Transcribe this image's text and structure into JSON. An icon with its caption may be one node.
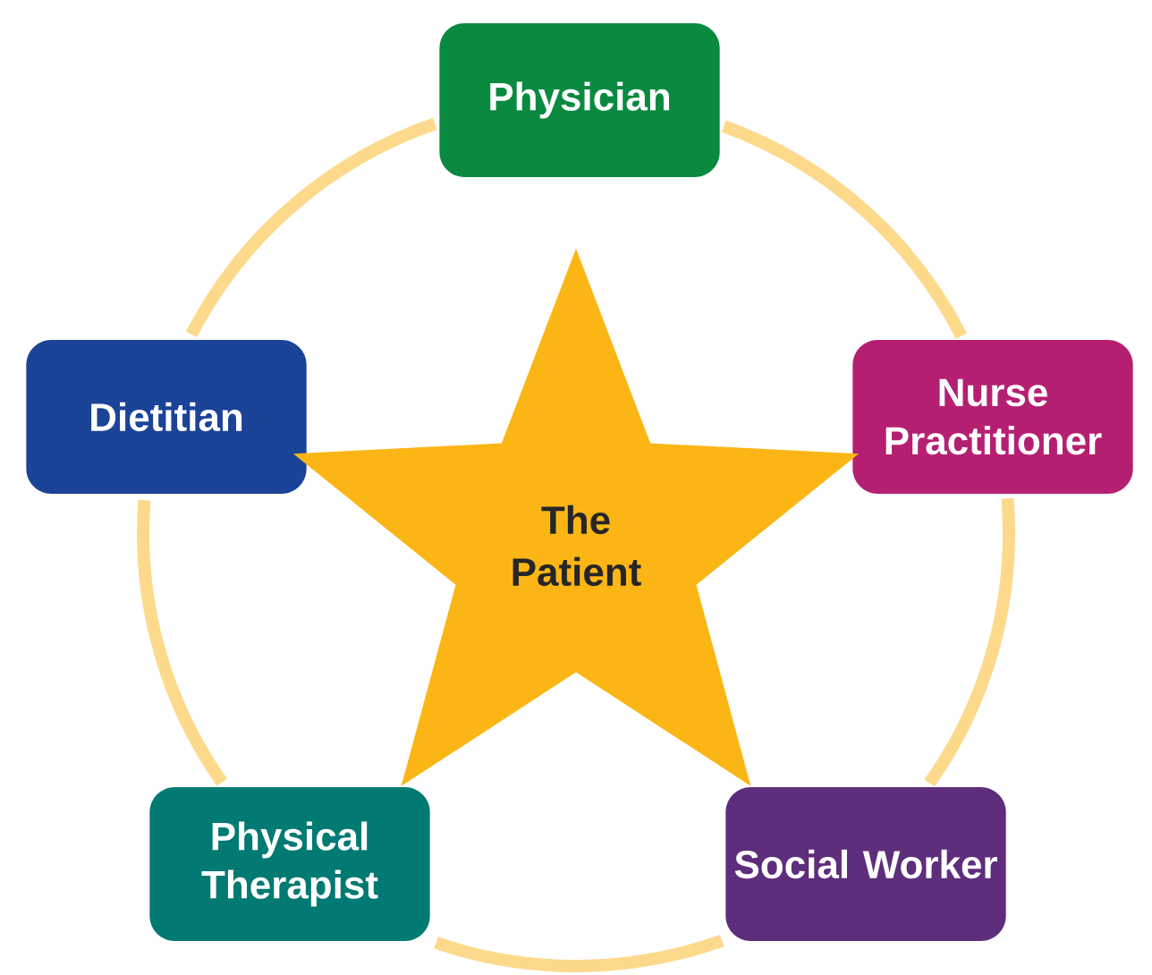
{
  "diagram": {
    "nodes": [
      {
        "text": [
          "Physician"
        ]
      },
      {
        "text": [
          "Dietitian"
        ]
      },
      {
        "text": [
          "Nurse Practitioner"
        ]
      },
      {
        "text": [
          "The Patient"
        ]
      },
      {
        "text": [
          "Physical Therapist"
        ]
      },
      {
        "text": [
          "Social Worker"
        ]
      }
    ],
    "edges": [
      {
        "from": 0,
        "to": 2,
        "arrow": "none"
      },
      {
        "from": 2,
        "to": 5,
        "arrow": "none"
      },
      {
        "from": 5,
        "to": 4,
        "arrow": "none"
      },
      {
        "from": 4,
        "to": 1,
        "arrow": "none"
      },
      {
        "from": 1,
        "to": 0,
        "arrow": "none"
      }
    ]
  }
}
